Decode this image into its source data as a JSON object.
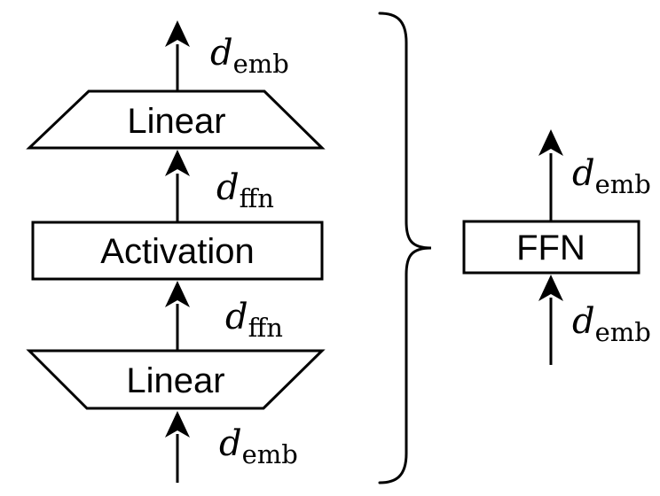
{
  "figure": {
    "description_colors": {
      "stroke": "#000000",
      "text": "#000000",
      "background": "#ffffff"
    },
    "expanded": {
      "output_dim": {
        "var": "d",
        "sub": "emb"
      },
      "linear_top": {
        "label": "Linear"
      },
      "hidden_dim_top": {
        "var": "d",
        "sub": "ffn"
      },
      "activation": {
        "label": "Activation"
      },
      "hidden_dim_bottom": {
        "var": "d",
        "sub": "ffn"
      },
      "linear_bottom": {
        "label": "Linear"
      },
      "input_dim": {
        "var": "d",
        "sub": "emb"
      }
    },
    "collapsed": {
      "block": {
        "label": "FFN"
      },
      "output_dim": {
        "var": "d",
        "sub": "emb"
      },
      "input_dim": {
        "var": "d",
        "sub": "emb"
      }
    }
  }
}
